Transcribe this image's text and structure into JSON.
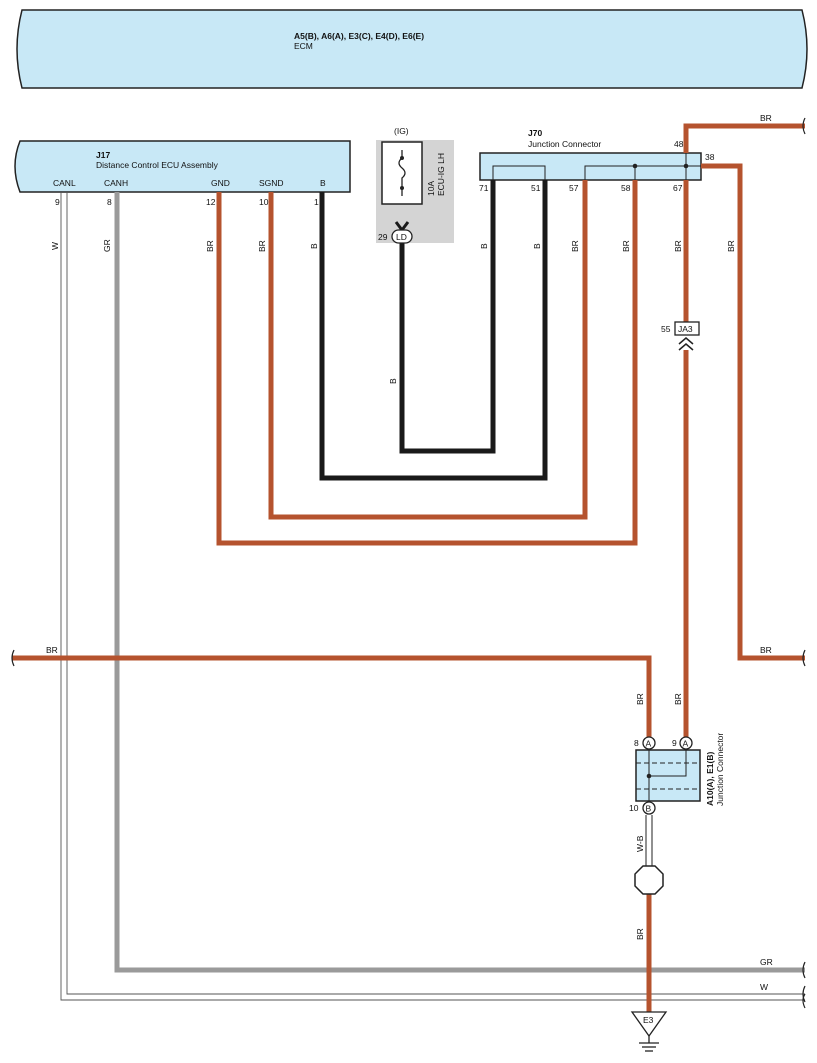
{
  "ecm": {
    "code": "A5(B), A6(A), E3(C), E4(D), E6(E)",
    "name": "ECM"
  },
  "j17": {
    "code": "J17",
    "name": "Distance Control ECU Assembly",
    "terminals": {
      "canl": {
        "label": "CANL",
        "pin": "9"
      },
      "canh": {
        "label": "CANH",
        "pin": "8"
      },
      "gnd": {
        "label": "GND",
        "pin": "12"
      },
      "sgnd": {
        "label": "SGND",
        "pin": "10"
      },
      "b": {
        "label": "B",
        "pin": "1"
      }
    }
  },
  "fuse": {
    "supply": "(IG)",
    "rating": "10A",
    "name": "ECU-IG LH",
    "connector": "LD",
    "pin": "29"
  },
  "j70": {
    "code": "J70",
    "name": "Junction Connector",
    "pins": [
      "71",
      "51",
      "57",
      "58",
      "67",
      "48",
      "38"
    ]
  },
  "ja3": {
    "code": "JA3",
    "pin": "55"
  },
  "junction": {
    "code": "A10(A), E1(B)",
    "name": "Junction Connector",
    "pin_a8": "8",
    "pin_a9": "9",
    "pin_b10": "10",
    "letter_a": "A",
    "letter_b": "B"
  },
  "ground": {
    "code": "E3"
  },
  "wire_colors": {
    "w": "W",
    "gr": "GR",
    "br": "BR",
    "b": "B",
    "wb": "W-B"
  },
  "colors": {
    "component_fill": "#c8e8f6",
    "wire_br": "#b5532e",
    "wire_b": "#1a1a1a",
    "wire_gr": "#9a9a9a",
    "fuse_bg": "#d4d4d4"
  }
}
